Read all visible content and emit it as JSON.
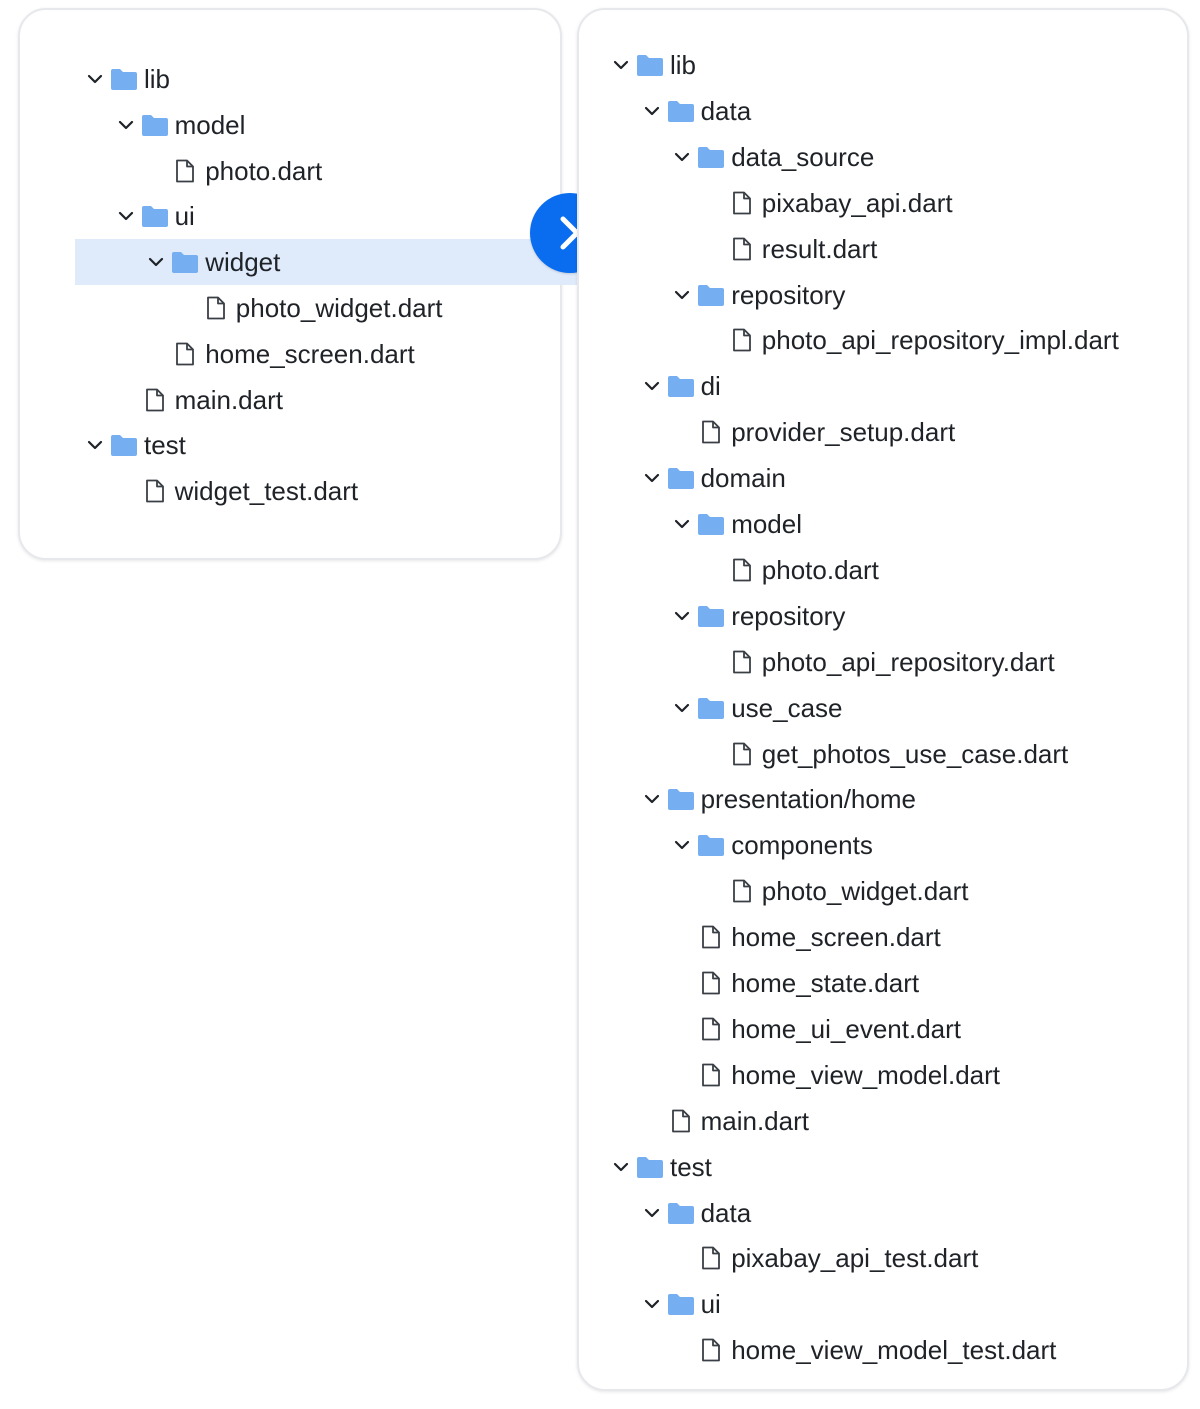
{
  "colors": {
    "folder": "#76aef2",
    "chevron": "#1f2328",
    "selected_row": "#dfebfb",
    "arrow_button": "#0a6df0"
  },
  "arrow_button": {
    "icon": "chevron-right-icon"
  },
  "left_tree": [
    {
      "label": "lib",
      "type": "folder",
      "depth": 0,
      "expanded": true
    },
    {
      "label": "model",
      "type": "folder",
      "depth": 1,
      "expanded": true
    },
    {
      "label": "photo.dart",
      "type": "file",
      "depth": 2
    },
    {
      "label": "ui",
      "type": "folder",
      "depth": 1,
      "expanded": true
    },
    {
      "label": "widget",
      "type": "folder",
      "depth": 2,
      "expanded": true,
      "selected": true
    },
    {
      "label": "photo_widget.dart",
      "type": "file",
      "depth": 3
    },
    {
      "label": "home_screen.dart",
      "type": "file",
      "depth": 2
    },
    {
      "label": "main.dart",
      "type": "file",
      "depth": 1
    },
    {
      "label": "test",
      "type": "folder",
      "depth": 0,
      "expanded": true
    },
    {
      "label": "widget_test.dart",
      "type": "file",
      "depth": 1
    }
  ],
  "right_tree": [
    {
      "label": "lib",
      "type": "folder",
      "depth": 0,
      "expanded": true
    },
    {
      "label": "data",
      "type": "folder",
      "depth": 1,
      "expanded": true
    },
    {
      "label": "data_source",
      "type": "folder",
      "depth": 2,
      "expanded": true
    },
    {
      "label": "pixabay_api.dart",
      "type": "file",
      "depth": 3
    },
    {
      "label": "result.dart",
      "type": "file",
      "depth": 3
    },
    {
      "label": "repository",
      "type": "folder",
      "depth": 2,
      "expanded": true
    },
    {
      "label": "photo_api_repository_impl.dart",
      "type": "file",
      "depth": 3
    },
    {
      "label": "di",
      "type": "folder",
      "depth": 1,
      "expanded": true
    },
    {
      "label": "provider_setup.dart",
      "type": "file",
      "depth": 2
    },
    {
      "label": "domain",
      "type": "folder",
      "depth": 1,
      "expanded": true
    },
    {
      "label": "model",
      "type": "folder",
      "depth": 2,
      "expanded": true
    },
    {
      "label": "photo.dart",
      "type": "file",
      "depth": 3
    },
    {
      "label": "repository",
      "type": "folder",
      "depth": 2,
      "expanded": true
    },
    {
      "label": "photo_api_repository.dart",
      "type": "file",
      "depth": 3
    },
    {
      "label": "use_case",
      "type": "folder",
      "depth": 2,
      "expanded": true
    },
    {
      "label": "get_photos_use_case.dart",
      "type": "file",
      "depth": 3
    },
    {
      "label": "presentation/home",
      "type": "folder",
      "depth": 1,
      "expanded": true
    },
    {
      "label": "components",
      "type": "folder",
      "depth": 2,
      "expanded": true
    },
    {
      "label": "photo_widget.dart",
      "type": "file",
      "depth": 3
    },
    {
      "label": "home_screen.dart",
      "type": "file",
      "depth": 2
    },
    {
      "label": "home_state.dart",
      "type": "file",
      "depth": 2
    },
    {
      "label": "home_ui_event.dart",
      "type": "file",
      "depth": 2
    },
    {
      "label": "home_view_model.dart",
      "type": "file",
      "depth": 2
    },
    {
      "label": "main.dart",
      "type": "file",
      "depth": 1
    },
    {
      "label": "test",
      "type": "folder",
      "depth": 0,
      "expanded": true
    },
    {
      "label": "data",
      "type": "folder",
      "depth": 1,
      "expanded": true
    },
    {
      "label": "pixabay_api_test.dart",
      "type": "file",
      "depth": 2
    },
    {
      "label": "ui",
      "type": "folder",
      "depth": 1,
      "expanded": true
    },
    {
      "label": "home_view_model_test.dart",
      "type": "file",
      "depth": 2
    }
  ]
}
